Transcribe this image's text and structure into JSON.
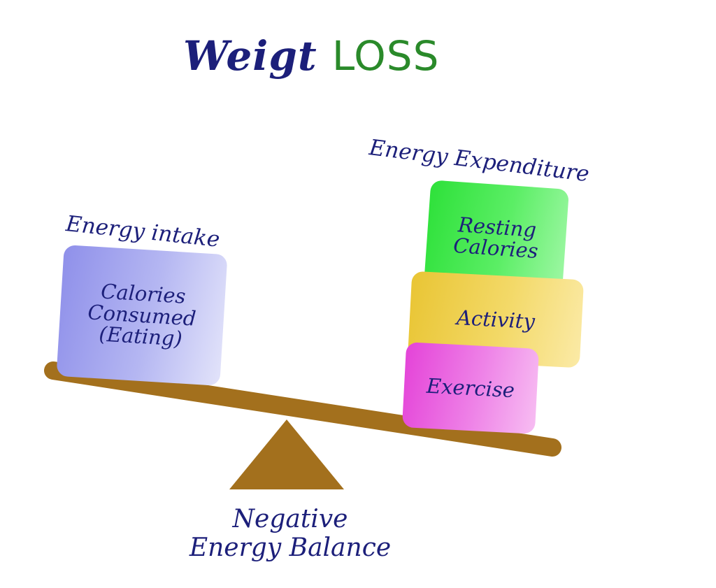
{
  "title": {
    "word1": "Weigt",
    "word2": "LOSS"
  },
  "labels": {
    "energy_intake": "Energy intake",
    "energy_expenditure": "Energy Expenditure",
    "balance_line1": "Negative",
    "balance_line2": "Energy Balance"
  },
  "boxes": {
    "intake": "Calories\nConsumed\n(Eating)",
    "resting": "Resting\nCalories",
    "activity": "Activity",
    "exercise": "Exercise"
  },
  "colors": {
    "beam": "#a3701d",
    "fulcrum": "#a3701d",
    "title_primary": "#1c1f7a",
    "title_accent": "#2a8a2a"
  }
}
